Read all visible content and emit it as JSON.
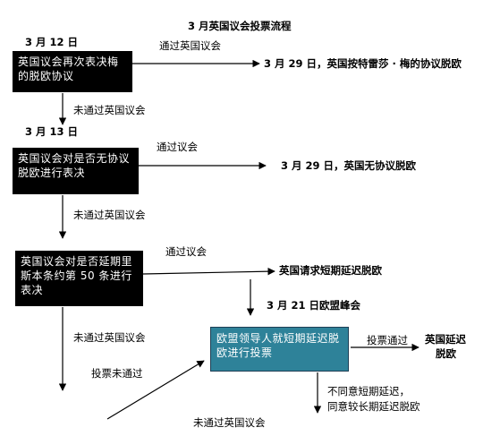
{
  "title": "3 月英国议会投票流程",
  "colors": {
    "dark_box": "#000000",
    "teal_box": "#2e8299",
    "arrow": "#000000"
  },
  "dates": {
    "d1": "3 月 12 日",
    "d2": "3 月 13 日",
    "d3": "3 月 21 日欧盟峰会"
  },
  "boxes": {
    "box1": "英国议会再次表决梅的脱欧协议",
    "box2": "英国议会对是否无协议脱欧进行表决",
    "box3": "英国议会对是否延期里斯本条约第 50 条进行表决",
    "box4": "欧盟领导人就短期延迟脱欧进行投票"
  },
  "labels": {
    "pass1": "通过英国议会",
    "fail1": "未通过英国议会",
    "pass2": "通过议会",
    "fail2": "未通过英国议会",
    "pass3": "通过议会",
    "fail3": "未通过英国议会",
    "vote_fail": "投票未通过",
    "vote_pass": "投票通过",
    "disagree_l1": "不同意短期延迟，",
    "disagree_l2": "同意较长期延迟脱欧",
    "final_fail": "未通过英国议会"
  },
  "outcomes": {
    "o1": "3 月 29 日，英国按特雷莎 · 梅的协议脱欧",
    "o2": "3 月 29 日，英国无协议脱欧",
    "o3": "英国请求短期延迟脱欧",
    "o4_l1": "英国延迟",
    "o4_l2": "脱欧"
  }
}
